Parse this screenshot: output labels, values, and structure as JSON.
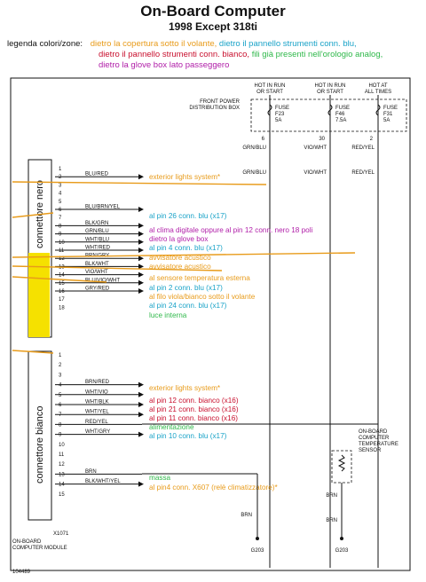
{
  "header": {
    "title": "On-Board Computer",
    "subtitle": "1998 Except 318ti"
  },
  "legend": {
    "label": "legenda colori/zone:",
    "items": [
      {
        "text": "dietro la copertura sotto il volante,",
        "color": "#e89b1a"
      },
      {
        "text": "dietro il pannello strumenti conn. blu,",
        "color": "#1aa3c8"
      },
      {
        "text": "dietro il pannello strumenti conn. bianco,",
        "color": "#c8102e"
      },
      {
        "text": "fili già presenti nell'orologio analog,",
        "color": "#2fb84a"
      },
      {
        "text": "dietro la glove box lato passeggero",
        "color": "#b01ea8"
      }
    ]
  },
  "power": {
    "headers": [
      {
        "l1": "HOT IN RUN",
        "l2": "OR START"
      },
      {
        "l1": "HOT IN RUN",
        "l2": "OR START"
      },
      {
        "l1": "HOT AT",
        "l2": "ALL TIMES"
      }
    ],
    "box_label_1": "FRONT POWER",
    "box_label_2": "DISTRIBUTION BOX",
    "fuses": [
      {
        "l1": "FUSE",
        "l2": "F23",
        "l3": "5A",
        "pin": "6",
        "wire_top": "GRN/BLU",
        "wire_bot": "GRN/BLU"
      },
      {
        "l1": "FUSE",
        "l2": "F46",
        "l3": "7.5A",
        "pin": "30",
        "wire_top": "VIO/WHT",
        "wire_bot": "VIO/WHT"
      },
      {
        "l1": "FUSE",
        "l2": "F31",
        "l3": "5A",
        "pin": "2",
        "wire_top": "RED/YEL",
        "wire_bot": "RED/YEL"
      }
    ]
  },
  "connector_nero": {
    "label": "connettore nero",
    "pins": [
      {
        "n": "1",
        "wire": ""
      },
      {
        "n": "2",
        "wire": "BLU/RED"
      },
      {
        "n": "3",
        "wire": ""
      },
      {
        "n": "4",
        "wire": ""
      },
      {
        "n": "5",
        "wire": ""
      },
      {
        "n": "6",
        "wire": "BLU/BRN/YEL"
      },
      {
        "n": "7",
        "wire": ""
      },
      {
        "n": "8",
        "wire": "BLK/GRN"
      },
      {
        "n": "9",
        "wire": "GRN/BLU"
      },
      {
        "n": "10",
        "wire": "WHT/BLU"
      },
      {
        "n": "11",
        "wire": "WHT/RED"
      },
      {
        "n": "12",
        "wire": "BRN/GRY"
      },
      {
        "n": "13",
        "wire": "BLK/WHT"
      },
      {
        "n": "14",
        "wire": "VIO/WHT"
      },
      {
        "n": "15",
        "wire": "BLU/VIO/WHT"
      },
      {
        "n": "16",
        "wire": "GRY/RED"
      },
      {
        "n": "17",
        "wire": ""
      },
      {
        "n": "18",
        "wire": ""
      }
    ],
    "annotations": [
      {
        "text": "exterior lights system*",
        "color": "#e89b1a"
      },
      {
        "text": "al pin 26 conn. blu (x17)",
        "color": "#1aa3c8"
      },
      {
        "text": "al clima digitale oppure al pin 12 conn. nero 18 poli",
        "color": "#b01ea8"
      },
      {
        "text": "dietro la glove box",
        "color": "#b01ea8"
      },
      {
        "text": "al pin 4 conn. blu (x17)",
        "color": "#1aa3c8"
      },
      {
        "text": "avvisatore acustico",
        "color": "#e89b1a"
      },
      {
        "text": "avvisatore acustico",
        "color": "#e89b1a"
      },
      {
        "text": "al sensore temperatura esterna",
        "color": "#e89b1a"
      },
      {
        "text": "al pin 2 conn. blu (x17)",
        "color": "#1aa3c8"
      },
      {
        "text": "al filo viola/bianco sotto il volante",
        "color": "#e89b1a"
      },
      {
        "text": "al pin 24 conn. blu (x17)",
        "color": "#1aa3c8"
      },
      {
        "text": "luce interna",
        "color": "#2fb84a"
      }
    ]
  },
  "connector_bianco": {
    "label": "connettore bianco",
    "pins": [
      {
        "n": "1",
        "wire": ""
      },
      {
        "n": "2",
        "wire": ""
      },
      {
        "n": "3",
        "wire": ""
      },
      {
        "n": "4",
        "wire": "BRN/RED"
      },
      {
        "n": "5",
        "wire": "WHT/VIO"
      },
      {
        "n": "6",
        "wire": "WHT/BLK"
      },
      {
        "n": "7",
        "wire": "WHT/YEL"
      },
      {
        "n": "8",
        "wire": "RED/YEL"
      },
      {
        "n": "9",
        "wire": "WHT/GRY"
      },
      {
        "n": "10",
        "wire": ""
      },
      {
        "n": "11",
        "wire": ""
      },
      {
        "n": "12",
        "wire": ""
      },
      {
        "n": "13",
        "wire": "BRN"
      },
      {
        "n": "14",
        "wire": "BLK/WHT/YEL"
      },
      {
        "n": "15",
        "wire": ""
      }
    ],
    "annotations": [
      {
        "text": "exterior lights system*",
        "color": "#e89b1a"
      },
      {
        "text": "al pin 12 conn. bianco (x16)",
        "color": "#c8102e"
      },
      {
        "text": "al pin 21 conn. bianco (x16)",
        "color": "#c8102e"
      },
      {
        "text": "al pin 11 conn. bianco (x16)",
        "color": "#c8102e"
      },
      {
        "text": "alimentazione",
        "color": "#2fb84a"
      },
      {
        "text": "al pin 10 conn. blu (x17)",
        "color": "#1aa3c8"
      },
      {
        "text": "massa",
        "color": "#2fb84a"
      },
      {
        "text": "al pin4 conn. X607 (relè climatizzatore)*",
        "color": "#e89b1a"
      }
    ],
    "connector_id": "X1071"
  },
  "module_label_1": "ON-BOARD",
  "module_label_2": "COMPUTER MODULE",
  "sensor": {
    "l1": "ON-BOARD",
    "l2": "COMPUTER",
    "l3": "TEMPERATURE",
    "l4": "SENSOR",
    "wire": "BRN"
  },
  "grounds": [
    {
      "label": "G203",
      "wire": "BRN"
    },
    {
      "label": "G203",
      "wire": "BRN"
    }
  ],
  "doc_number": "104489",
  "colors": {
    "orange": "#e89b1a",
    "blue": "#1aa3c8",
    "red": "#c8102e",
    "green": "#2fb84a",
    "magenta": "#b01ea8",
    "yellow": "#f5e100"
  }
}
